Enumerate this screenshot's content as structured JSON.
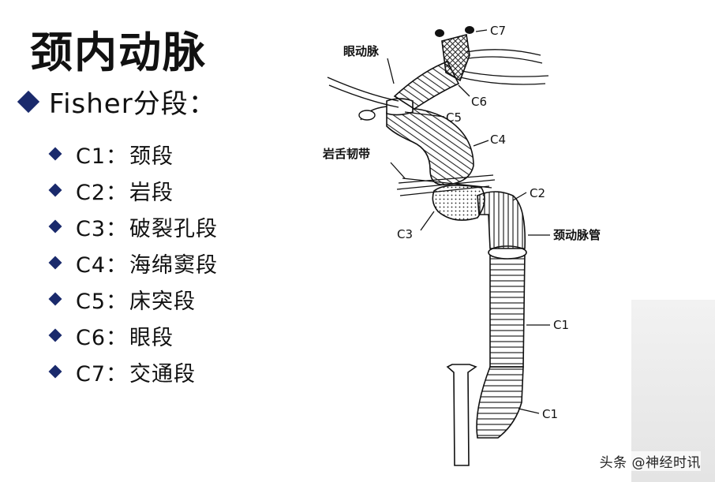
{
  "slide": {
    "title": "颈内动脉",
    "subtitle": "Fisher分段："
  },
  "segments": [
    {
      "code": "C1：",
      "name": "颈段"
    },
    {
      "code": "C2：",
      "name": "岩段"
    },
    {
      "code": "C3：",
      "name": "破裂孔段"
    },
    {
      "code": "C4：",
      "name": "海绵窦段"
    },
    {
      "code": "C5：",
      "name": "床突段"
    },
    {
      "code": "C6：",
      "name": "眼段"
    },
    {
      "code": "C7：",
      "name": "交通段"
    }
  ],
  "diagram_labels": {
    "ophthalmic_artery": "眼动脉",
    "c7": "C7",
    "c6": "C6",
    "c5": "C5",
    "c4": "C4",
    "petrolingual_ligament": "岩舌韧带",
    "c2": "C2",
    "c3": "C3",
    "carotid_canal": "颈动脉管",
    "c1_upper": "C1",
    "c1_lower": "C1"
  },
  "watermark": "头条 @神经时讯"
}
